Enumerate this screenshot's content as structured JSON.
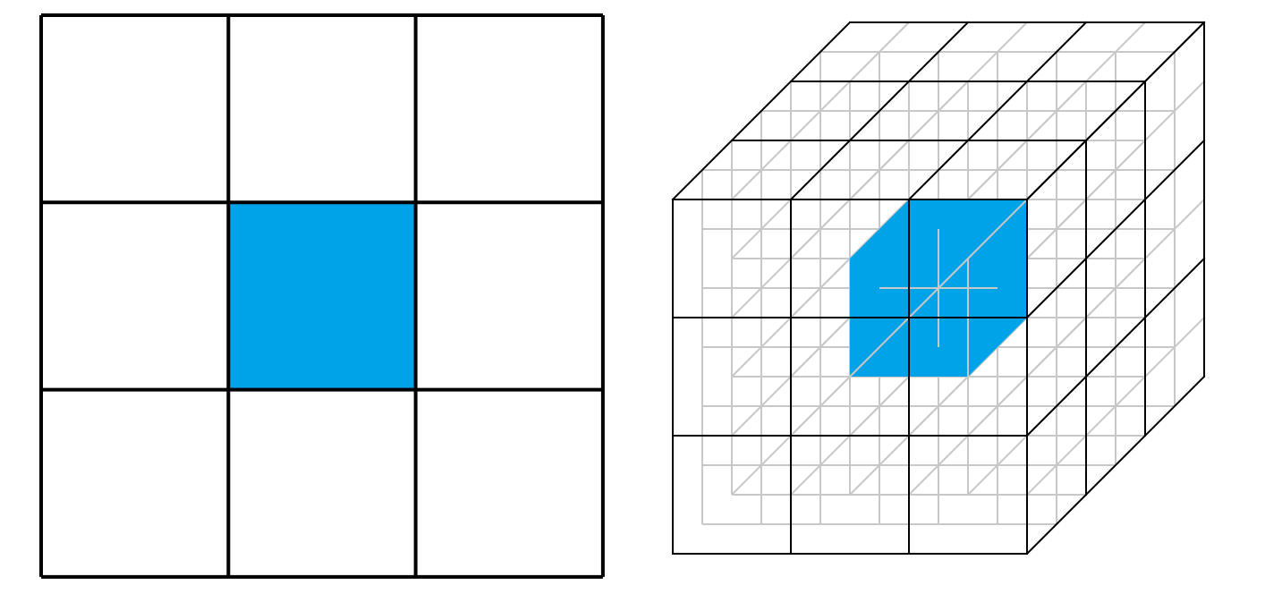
{
  "diagram": {
    "grid_2d": {
      "rows": 3,
      "cols": 3,
      "highlighted_cell": [
        1,
        1
      ]
    },
    "grid_3d": {
      "nx": 3,
      "ny": 3,
      "nz": 3,
      "highlighted_cell": [
        1,
        1,
        1
      ]
    }
  },
  "colors": {
    "line": "#000000",
    "hidden_line": "#c8c8c8",
    "highlight": "#00a3e8",
    "background": "#ffffff"
  }
}
